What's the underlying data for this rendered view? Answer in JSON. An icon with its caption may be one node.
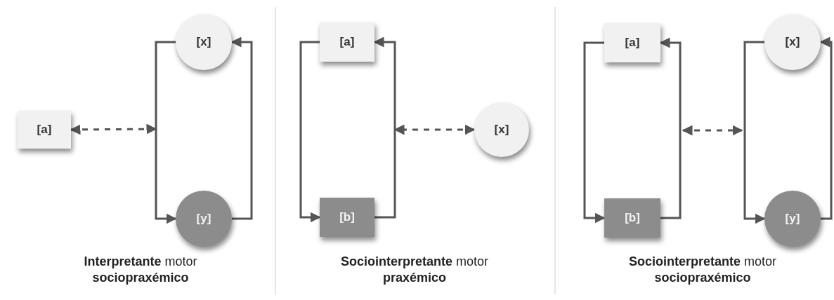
{
  "diagram": {
    "nodes": [
      {
        "text": [
          "[x]"
        ]
      },
      {
        "text": [
          "[a]"
        ]
      },
      {
        "text": [
          "[y]"
        ]
      },
      {
        "text": [
          "[a]"
        ]
      },
      {
        "text": [
          "[b]"
        ]
      },
      {
        "text": [
          "[x]"
        ]
      },
      {
        "text": [
          "[a]"
        ]
      },
      {
        "text": [
          "[b]"
        ]
      },
      {
        "text": [
          "[x]"
        ]
      },
      {
        "text": [
          "[y]"
        ]
      }
    ],
    "edges": [
      {
        "from": 0,
        "to": 2,
        "arrow": "to"
      },
      {
        "from": 2,
        "to": 0,
        "arrow": "to"
      },
      {
        "from": 1,
        "to": null,
        "arrow": "both",
        "style": "dashed"
      },
      {
        "from": 3,
        "to": 4,
        "arrow": "to"
      },
      {
        "from": 4,
        "to": 3,
        "arrow": "to"
      },
      {
        "from": 5,
        "to": null,
        "arrow": "both",
        "style": "dashed"
      },
      {
        "from": 6,
        "to": 7,
        "arrow": "to"
      },
      {
        "from": 7,
        "to": 6,
        "arrow": "to"
      },
      {
        "from": 8,
        "to": 9,
        "arrow": "to"
      },
      {
        "from": 9,
        "to": 8,
        "arrow": "to"
      }
    ],
    "labels": [
      "**Interpretante** motor **sociopraxémico**",
      "**Sociointerpretante** motor **praxémico**",
      "**Sociointerpretante** motor **sociopraxémico**"
    ]
  }
}
